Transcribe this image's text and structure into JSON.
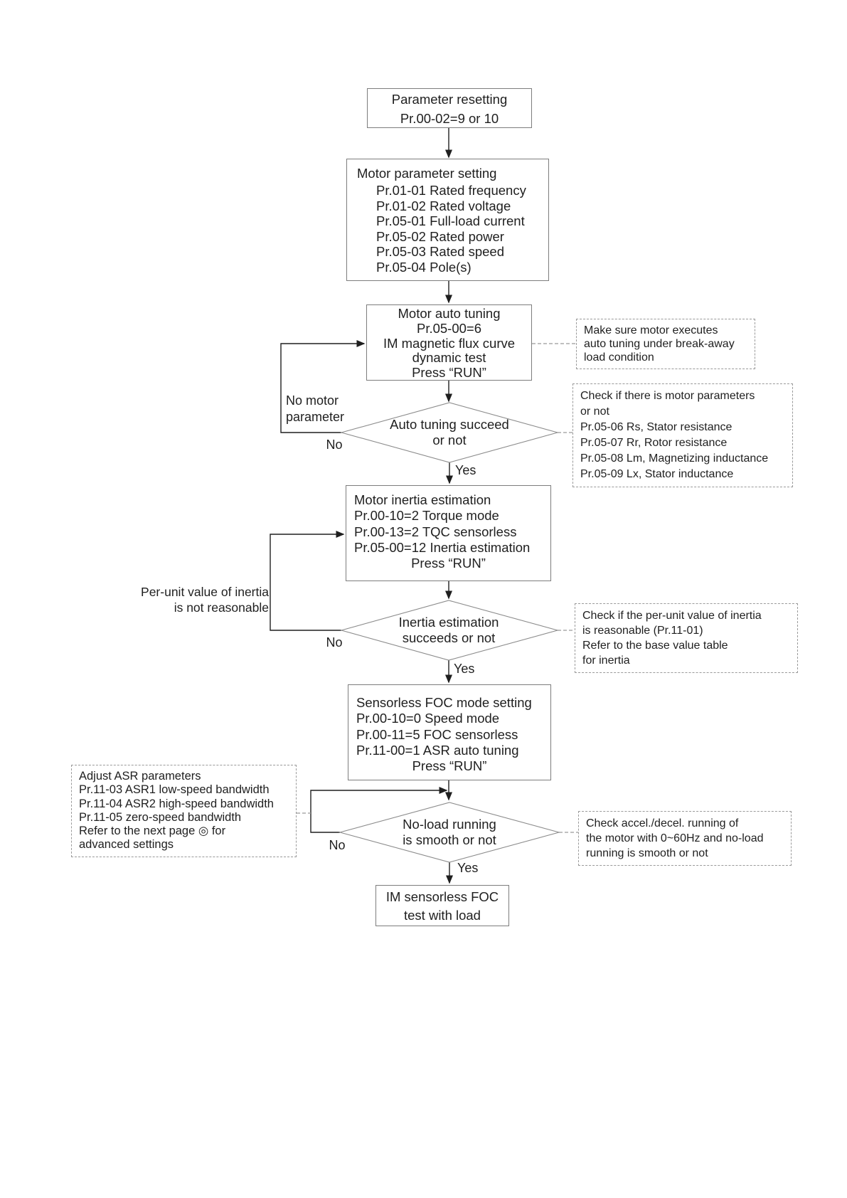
{
  "palette": {
    "background": "#ffffff",
    "text": "#1f1f1f",
    "flow_line": "#1f1f1f",
    "box_border": "#7d7d7d",
    "dashed_border": "#9a9a9a"
  },
  "nodes": {
    "param_reset": {
      "lines": [
        "Parameter resetting",
        "Pr.00-02=9 or 10"
      ]
    },
    "motor_param": {
      "title": "Motor parameter setting",
      "items": [
        "Pr.01-01 Rated frequency",
        "Pr.01-02 Rated voltage",
        "Pr.05-01 Full-load current",
        "Pr.05-02 Rated power",
        "Pr.05-03 Rated speed",
        "Pr.05-04 Pole(s)"
      ]
    },
    "auto_tuning": {
      "lines": [
        "Motor auto tuning",
        "Pr.05-00=6",
        "IM magnetic flux curve",
        "dynamic test",
        "Press “RUN”"
      ]
    },
    "decision_auto_tuning": {
      "lines": [
        "Auto tuning succeed",
        "or not"
      ]
    },
    "inertia_estimation": {
      "lines": [
        "Motor inertia estimation",
        "Pr.00-10=2 Torque mode",
        "Pr.00-13=2 TQC sensorless",
        "Pr.05-00=12 Inertia estimation"
      ],
      "action": "Press “RUN”"
    },
    "decision_inertia": {
      "lines": [
        "Inertia estimation",
        "succeeds or not"
      ]
    },
    "foc_mode": {
      "lines": [
        "Sensorless FOC mode setting",
        "Pr.00-10=0 Speed mode",
        "Pr.00-11=5 FOC sensorless",
        "Pr.11-00=1 ASR auto tuning"
      ],
      "action": "Press “RUN”"
    },
    "decision_no_load": {
      "lines": [
        "No-load running",
        "is smooth or not"
      ]
    },
    "final_test": {
      "lines": [
        "IM sensorless FOC",
        "test with load"
      ]
    }
  },
  "notes": {
    "break_away": {
      "lines": [
        "Make sure motor executes",
        "auto tuning under break-away",
        "load condition"
      ]
    },
    "motor_params_check": {
      "lines": [
        "Check if there is motor parameters",
        "or not",
        "Pr.05-06 Rs, Stator resistance",
        "Pr.05-07 Rr, Rotor resistance",
        "Pr.05-08 Lm, Magnetizing inductance",
        "Pr.05-09 Lx, Stator inductance"
      ]
    },
    "inertia_check": {
      "lines": [
        "Check if the per-unit value of inertia",
        "is reasonable (Pr.11-01)",
        "Refer to the base value table",
        "for inertia"
      ]
    },
    "adjust_asr": {
      "lines": [
        "Adjust ASR parameters",
        "Pr.11-03 ASR1 low-speed bandwidth",
        "Pr.11-04 ASR2 high-speed bandwidth",
        "Pr.11-05 zero-speed bandwidth",
        "Refer to the next page ◎ for",
        "advanced settings"
      ]
    },
    "accel_check": {
      "lines": [
        "Check accel./decel. running of",
        "the motor with 0~60Hz and no-load",
        "running is smooth or not"
      ]
    }
  },
  "labels": {
    "yes": "Yes",
    "no": "No",
    "no_motor_parameter": [
      "No motor",
      "parameter"
    ],
    "per_unit_inertia": [
      "Per-unit value of inertia",
      "is not reasonable"
    ]
  }
}
